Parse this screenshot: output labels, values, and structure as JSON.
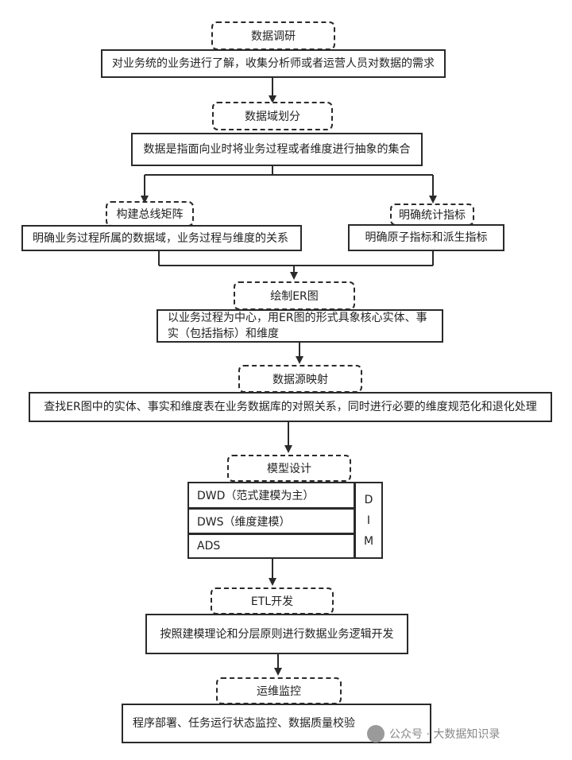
{
  "steps": {
    "s1": {
      "title": "数据调研",
      "desc": "对业务统的业务进行了解，收集分析师或者运营人员对数据的需求"
    },
    "s2": {
      "title": "数据域划分",
      "desc": "数据是指面向业时将业务过程或者维度进行抽象的集合"
    },
    "s3a": {
      "title": "构建总线矩阵",
      "desc": "明确业务过程所属的数据域，业务过程与维度的关系"
    },
    "s3b": {
      "title": "明确统计指标",
      "desc": "明确原子指标和派生指标"
    },
    "s4": {
      "title": "绘制ER图",
      "desc_line1": "以业务过程为中心，用ER图的形式具象核心实体、事",
      "desc_line2": "实（包括指标）和维度"
    },
    "s5": {
      "title": "数据源映射",
      "desc": "查找ER图中的实体、事实和维度表在业务数据库的对照关系，同时进行必要的维度规范化和退化处理"
    },
    "s6": {
      "title": "模型设计",
      "layers": [
        "DWD（范式建模为主）",
        "DWS（维度建模）",
        "ADS"
      ],
      "dim_letters": [
        "D",
        "I",
        "M"
      ]
    },
    "s7": {
      "title": "ETL开发",
      "desc": "按照建模理论和分层原则进行数据业务逻辑开发"
    },
    "s8": {
      "title": "运维监控",
      "desc": "程序部署、任务运行状态监控、数据质量校验"
    }
  },
  "watermark": {
    "text": "公众号 · 大数据知识录"
  },
  "colors": {
    "stroke": "#2a2a2a",
    "background": "#ffffff"
  }
}
